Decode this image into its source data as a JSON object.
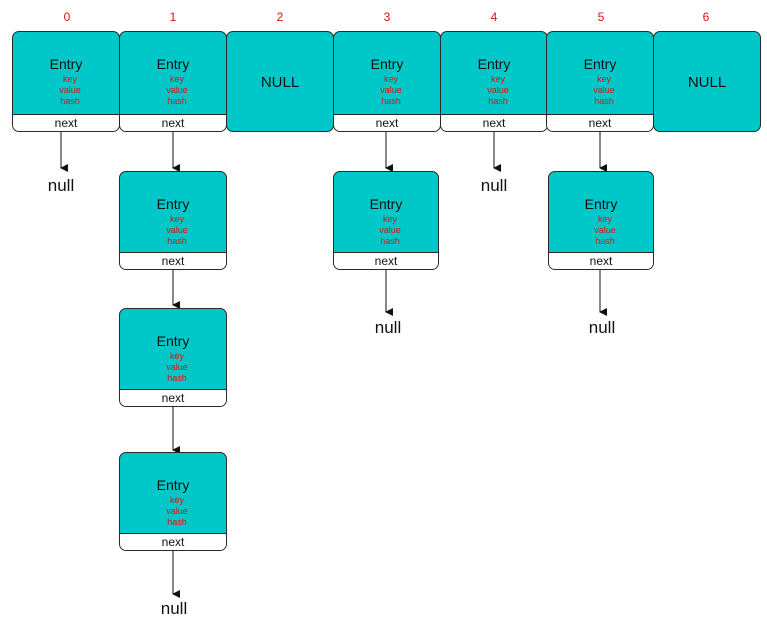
{
  "diagram": {
    "indices": [
      "0",
      "1",
      "2",
      "3",
      "4",
      "5",
      "6"
    ],
    "entry": {
      "title": "Entry",
      "key": "key",
      "value": "value",
      "hash": "hash",
      "next": "next"
    },
    "empty_bucket_label": "NULL",
    "null_label": "null",
    "colors": {
      "box_fill": "#00c8c8",
      "index_text": "#e01010",
      "field_text": "#d01818",
      "border": "#2a2a2a"
    }
  }
}
